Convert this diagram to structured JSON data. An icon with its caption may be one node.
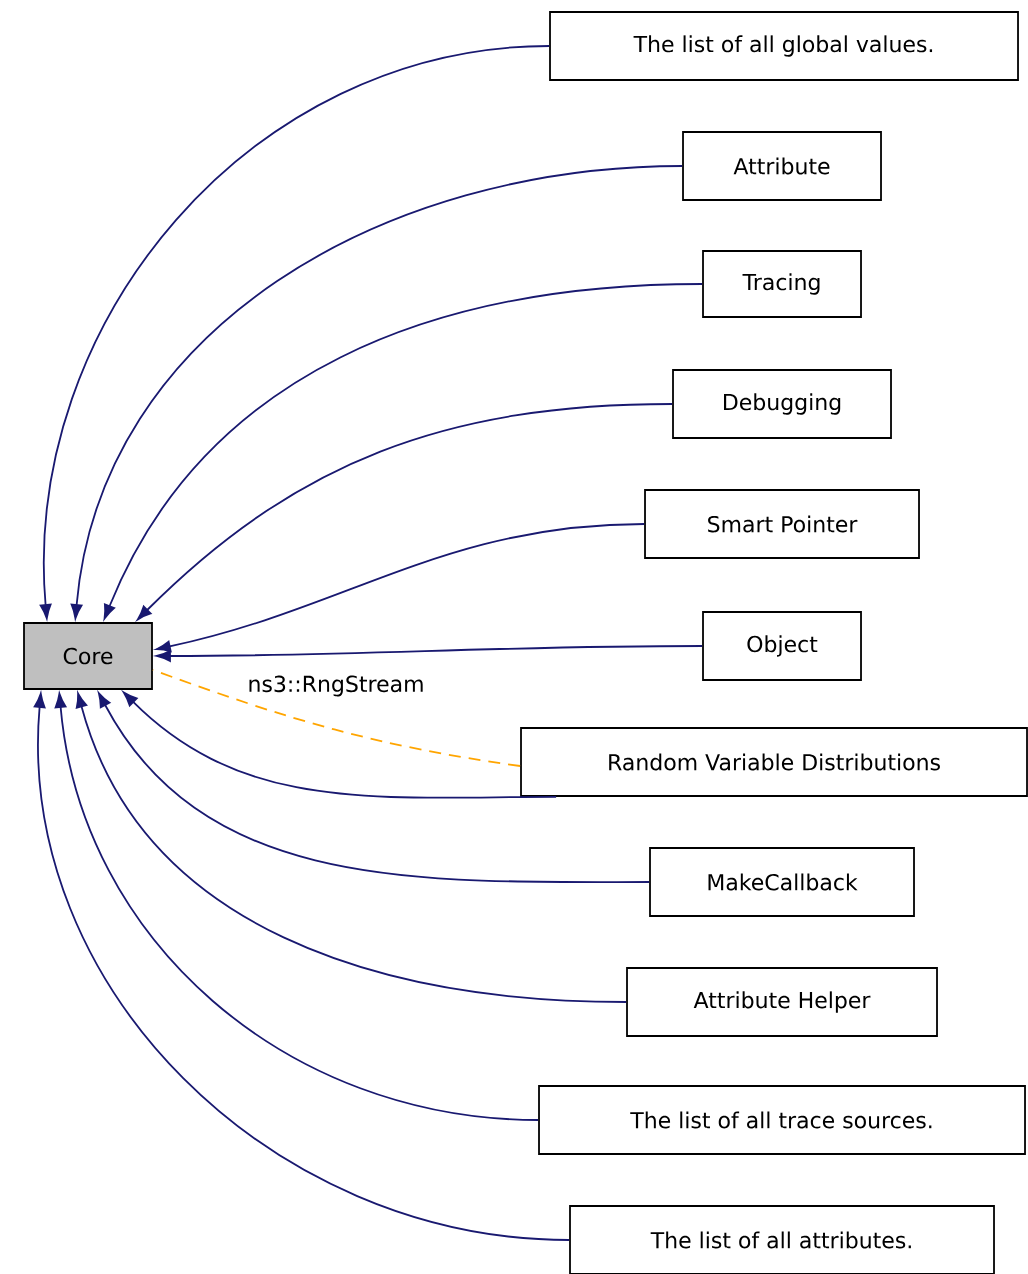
{
  "diagram": {
    "nodes": [
      {
        "text": [
          "Core"
        ]
      },
      {
        "text": [
          "The list of all global values."
        ]
      },
      {
        "text": [
          "Attribute"
        ]
      },
      {
        "text": [
          "Tracing"
        ]
      },
      {
        "text": [
          "Debugging"
        ]
      },
      {
        "text": [
          "Smart Pointer"
        ]
      },
      {
        "text": [
          "Object"
        ]
      },
      {
        "text": [
          "Random Variable Distributions"
        ]
      },
      {
        "text": [
          "MakeCallback"
        ]
      },
      {
        "text": [
          "Attribute Helper"
        ]
      },
      {
        "text": [
          "The list of all trace sources."
        ]
      },
      {
        "text": [
          "The list of all attributes."
        ]
      }
    ],
    "edges": [
      {
        "from": 1,
        "to": 0,
        "arrow": "to"
      },
      {
        "from": 2,
        "to": 0,
        "arrow": "to"
      },
      {
        "from": 3,
        "to": 0,
        "arrow": "to"
      },
      {
        "from": 4,
        "to": 0,
        "arrow": "to"
      },
      {
        "from": 5,
        "to": 0,
        "arrow": "to"
      },
      {
        "from": 6,
        "to": 0,
        "arrow": "to"
      },
      {
        "from": 7,
        "to": 0,
        "arrow": "none",
        "label": "ns3::RngStream",
        "style": "dashed",
        "color": "#ffa500"
      },
      {
        "from": 7,
        "to": 0,
        "arrow": "to"
      },
      {
        "from": 8,
        "to": 0,
        "arrow": "to"
      },
      {
        "from": 9,
        "to": 0,
        "arrow": "to"
      },
      {
        "from": 10,
        "to": 0,
        "arrow": "to"
      },
      {
        "from": 11,
        "to": 0,
        "arrow": "to"
      }
    ]
  }
}
